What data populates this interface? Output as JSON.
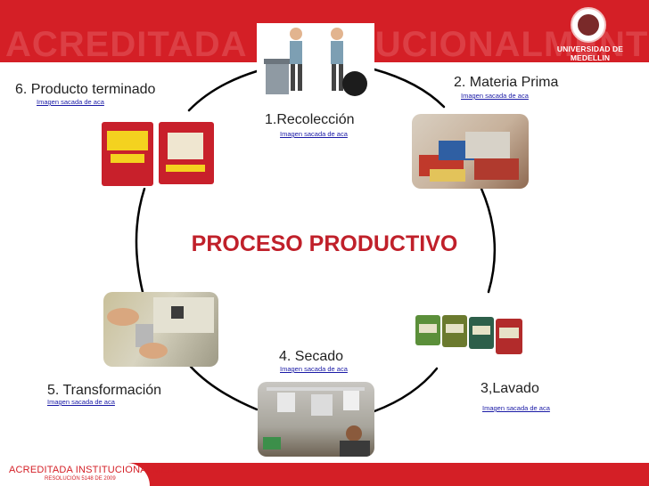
{
  "header": {
    "watermark_text": "ACREDITADA INSTITUCIONALMENTE",
    "logo": {
      "icon": "university-shield-logo",
      "text": "UNIVERSIDAD DE MEDELLIN"
    }
  },
  "footer": {
    "accreditation": "ACREDITADA INSTITUCIONALMENTE",
    "resolution": "RESOLUCIÓN 5148 DE 2009"
  },
  "diagram": {
    "title": "PROCESO PRODUCTIVO",
    "steps": [
      {
        "label": "1.Recolección",
        "link": "Imagen sacada de aca",
        "image": "recycling-workers-image"
      },
      {
        "label": "2. Materia Prima",
        "link": "Imagen sacada de aca",
        "image": "plastic-bags-pile-image"
      },
      {
        "label": "3,Lavado",
        "link": "Imagen sacada de aca",
        "image": "detergent-containers-image"
      },
      {
        "label": "4. Secado",
        "link": "Imagen sacada de aca",
        "image": "drying-bags-image"
      },
      {
        "label": "5. Transformación",
        "link": "Imagen sacada de aca",
        "image": "hands-machine-image"
      },
      {
        "label": "6. Producto terminado",
        "link": "Imagen sacada de aca",
        "image": "snack-bags-product-image"
      }
    ],
    "colors": {
      "title": "#c0202a",
      "band": "#d41f26",
      "link": "#1a1aa6"
    }
  }
}
